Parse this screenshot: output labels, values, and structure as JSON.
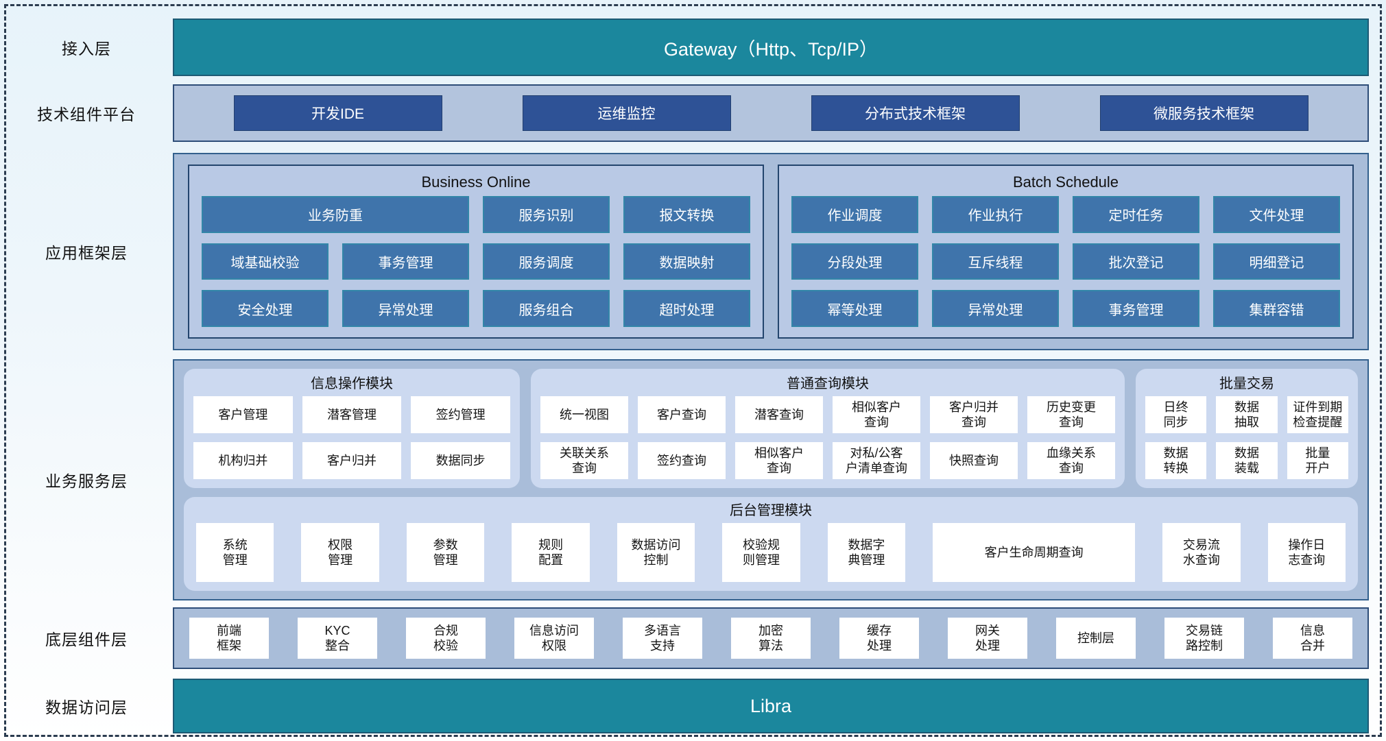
{
  "colors": {
    "teal": "#1b879d",
    "navy_button": "#2e5296",
    "steel_tile": "#3f74ab",
    "container_bg": "#a9bdd9",
    "panel_bg": "#b9c9e5",
    "rounded_panel_bg": "#ccd9f0"
  },
  "access_layer": {
    "label": "接入层",
    "gateway": "Gateway（Http、Tcp/IP）"
  },
  "tech_platform": {
    "label": "技术组件平台",
    "buttons": [
      "开发IDE",
      "运维监控",
      "分布式技术框架",
      "微服务技术框架"
    ]
  },
  "app_framework": {
    "label": "应用框架层",
    "business_online": {
      "title": "Business Online",
      "tiles": [
        "业务防重",
        "服务识别",
        "报文转换",
        "域基础校验",
        "事务管理",
        "服务调度",
        "数据映射",
        "安全处理",
        "异常处理",
        "服务组合",
        "超时处理"
      ]
    },
    "batch_schedule": {
      "title": "Batch Schedule",
      "tiles": [
        "作业调度",
        "作业执行",
        "定时任务",
        "文件处理",
        "分段处理",
        "互斥线程",
        "批次登记",
        "明细登记",
        "幂等处理",
        "异常处理",
        "事务管理",
        "集群容错"
      ]
    }
  },
  "business_service": {
    "label": "业务服务层",
    "info_module": {
      "title": "信息操作模块",
      "tiles": [
        "客户管理",
        "潜客管理",
        "签约管理",
        "机构归并",
        "客户归并",
        "数据同步"
      ]
    },
    "query_module": {
      "title": "普通查询模块",
      "tiles": [
        "统一视图",
        "客户查询",
        "潜客查询",
        "相似客户\n查询",
        "客户归并\n查询",
        "历史变更\n查询",
        "关联关系\n查询",
        "签约查询",
        "相似客户\n查询",
        "对私/公客\n户清单查询",
        "快照查询",
        "血缘关系\n查询"
      ]
    },
    "batch_module": {
      "title": "批量交易",
      "tiles": [
        "日终\n同步",
        "数据\n抽取",
        "证件到期\n检查提醒",
        "数据\n转换",
        "数据\n装载",
        "批量\n开户"
      ]
    },
    "admin_module": {
      "title": "后台管理模块",
      "tiles": [
        "系统\n管理",
        "权限\n管理",
        "参数\n管理",
        "规则\n配置",
        "数据访问\n控制",
        "校验规\n则管理",
        "数据字\n典管理",
        "客户生命周期查询",
        "交易流\n水查询",
        "操作日\n志查询"
      ]
    }
  },
  "base_components": {
    "label": "底层组件层",
    "tiles": [
      "前端\n框架",
      "KYC\n整合",
      "合规\n校验",
      "信息访问\n权限",
      "多语言\n支持",
      "加密\n算法",
      "缓存\n处理",
      "网关\n处理",
      "控制层",
      "交易链\n路控制",
      "信息\n合并"
    ]
  },
  "data_access": {
    "label": "数据访问层",
    "bar": "Libra"
  }
}
